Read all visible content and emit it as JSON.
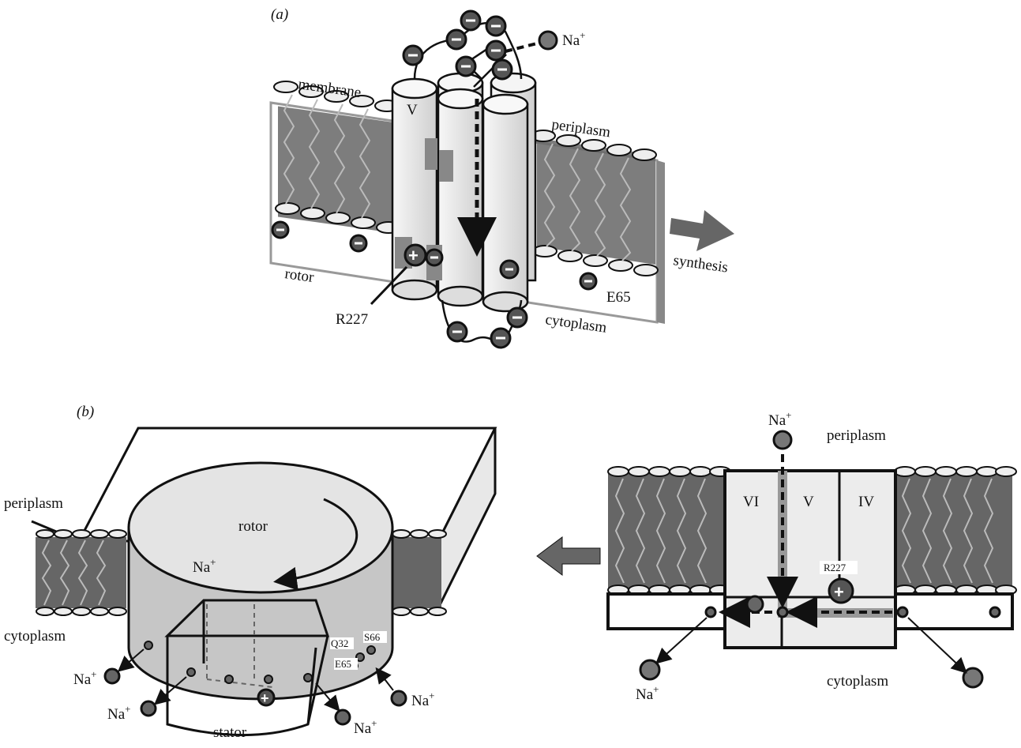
{
  "panel_a": {
    "label": "(a)",
    "membrane": "membrane",
    "periplasm": "periplasm",
    "cytoplasm": "cytoplasm",
    "rotor": "rotor",
    "helix_label": "V",
    "na_ion": "Na",
    "na_sup": "+",
    "residue_r227": "R227",
    "residue_e65": "E65",
    "synthesis": "synthesis"
  },
  "panel_b_left": {
    "label": "(b)",
    "periplasm": "periplasm",
    "cytoplasm": "cytoplasm",
    "rotor": "rotor",
    "stator": "stator",
    "na_ion": "Na",
    "na_sup": "+",
    "q32": "Q32",
    "s66": "S66",
    "e65": "E65"
  },
  "panel_b_right": {
    "na_ion": "Na",
    "na_sup": "+",
    "periplasm": "periplasm",
    "cytoplasm": "cytoplasm",
    "helix_vi": "VI",
    "helix_v": "V",
    "helix_iv": "IV",
    "r227": "R227"
  },
  "colors": {
    "lipid_gray": "#6e6e6e",
    "arrow_gray": "#666666",
    "helix_fill": "#e9e9e9",
    "rotor_top": "#e2e2e2",
    "rotor_side": "#c4c4c4",
    "ion_fill": "#777777"
  }
}
